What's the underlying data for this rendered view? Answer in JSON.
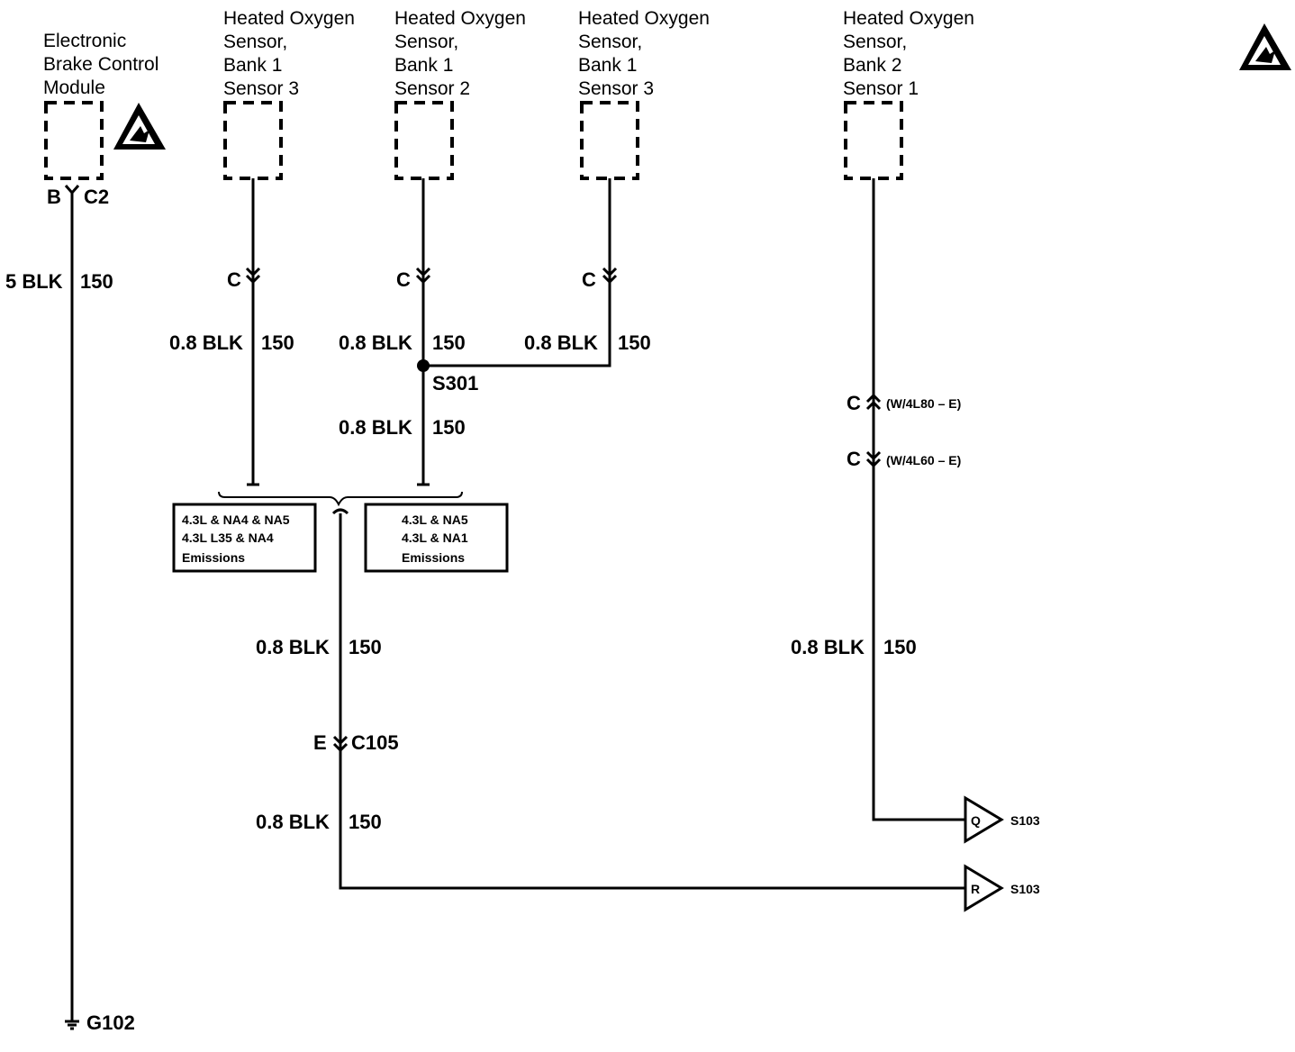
{
  "components": {
    "ebcm": {
      "line1": "Electronic",
      "line2": "Brake Control",
      "line3": "Module"
    },
    "ho2s_b1s3_a": {
      "line1": "Heated Oxygen",
      "line2": "Sensor,",
      "line3": "Bank 1",
      "line4": "Sensor 3"
    },
    "ho2s_b1s2": {
      "line1": "Heated Oxygen",
      "line2": "Sensor,",
      "line3": "Bank 1",
      "line4": "Sensor 2"
    },
    "ho2s_b1s3_b": {
      "line1": "Heated Oxygen",
      "line2": "Sensor,",
      "line3": "Bank 1",
      "line4": "Sensor 3"
    },
    "ho2s_b2s1": {
      "line1": "Heated Oxygen",
      "line2": "Sensor,",
      "line3": "Bank 2",
      "line4": "Sensor 1"
    }
  },
  "ebcm_connector": {
    "pin": "B",
    "connector": "C2"
  },
  "wires": {
    "ebcm": {
      "size_color": "5 BLK",
      "circuit": "150"
    },
    "b1s3_a": {
      "size_color": "0.8 BLK",
      "circuit": "150"
    },
    "b1s2": {
      "size_color": "0.8 BLK",
      "circuit": "150"
    },
    "b1s3_b": {
      "size_color": "0.8 BLK",
      "circuit": "150"
    },
    "s301_down": {
      "size_color": "0.8 BLK",
      "circuit": "150"
    },
    "common_upper": {
      "size_color": "0.8 BLK",
      "circuit": "150"
    },
    "common_lower": {
      "size_color": "0.8 BLK",
      "circuit": "150"
    },
    "b2s1": {
      "size_color": "0.8 BLK",
      "circuit": "150"
    }
  },
  "connectors": {
    "b1s3_a": "C",
    "b1s2": "C",
    "b1s3_b": "C",
    "b2s1_4l80": {
      "pin": "C",
      "note": "(W/4L80 – E)"
    },
    "b2s1_4l60": {
      "pin": "C",
      "note": "(W/4L60 – E)"
    },
    "c105": {
      "pin": "E",
      "connector": "C105"
    }
  },
  "splice": "S301",
  "option_boxes": {
    "left": {
      "line1": "4.3L & NA4 & NA5",
      "line2": "4.3L L35 & NA4",
      "line3": "Emissions"
    },
    "right": {
      "line1": "4.3L & NA5",
      "line2": "4.3L & NA1",
      "line3": "Emissions"
    }
  },
  "offpage": {
    "q": {
      "letter": "Q",
      "dest": "S103"
    },
    "r": {
      "letter": "R",
      "dest": "S103"
    }
  },
  "ground": "G102",
  "icons": [
    "esd-warning-icon",
    "ground-symbol-icon",
    "splice-dot-icon",
    "offpage-connector-icon"
  ]
}
